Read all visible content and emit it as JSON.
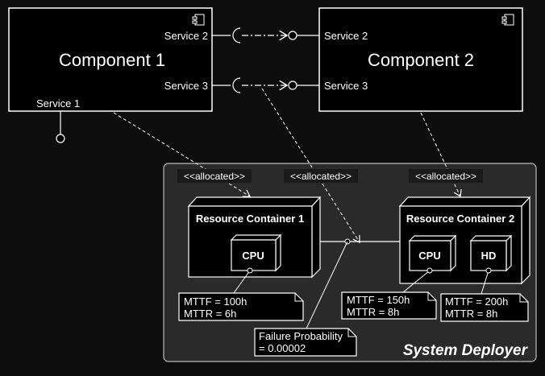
{
  "components": {
    "c1": {
      "name": "Component 1",
      "service_left_2": "Service 2",
      "service_left_3": "Service 3",
      "service_1": "Service 1"
    },
    "c2": {
      "name": "Component 2",
      "service_2": "Service 2",
      "service_3": "Service 3"
    }
  },
  "deployer": {
    "title": "System Deployer",
    "stereotypes": [
      "<<allocated>>",
      "<<allocated>>",
      "<<allocated>>"
    ],
    "rc1": {
      "title": "Resource Container 1",
      "cpu": "CPU"
    },
    "rc2": {
      "title": "Resource Container 2",
      "cpu": "CPU",
      "hd": "HD"
    },
    "notes": {
      "rc1_cpu": {
        "line1": "MTTF = 100h",
        "line2": "MTTR = 6h"
      },
      "rc2_cpu": {
        "line1": "MTTF = 150h",
        "line2": "MTTR = 8h"
      },
      "rc2_hd": {
        "line1": "MTTF = 200h",
        "line2": "MTTR = 8h"
      },
      "link": {
        "line1": "Failure Probability",
        "line2": "= 0.00002"
      }
    }
  },
  "colors": {
    "background": "#0d0d0d",
    "stroke": "#ffffff",
    "container": "#2a2a2a",
    "text": "#ffffff",
    "stereotype_bg": "#1a1a1a"
  }
}
